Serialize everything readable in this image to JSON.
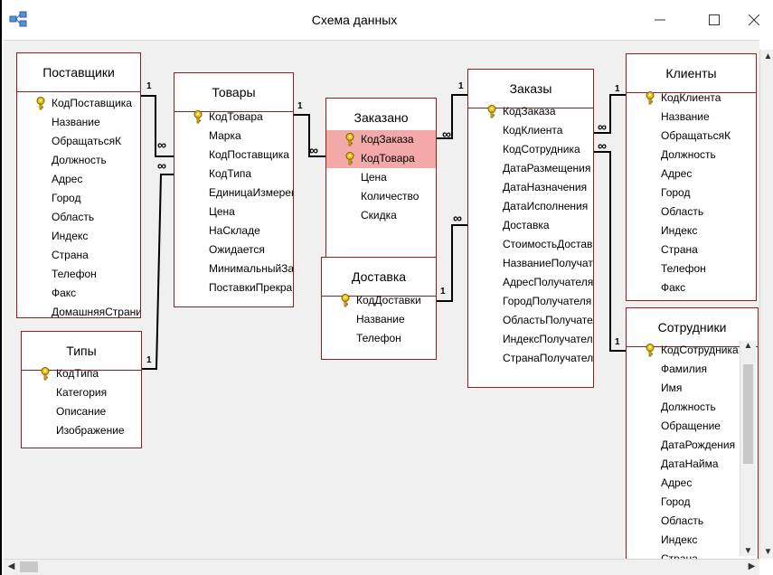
{
  "window": {
    "title": "Схема данных",
    "icons": {
      "app": "relationships-icon",
      "minimize": "minimize-icon",
      "maximize": "maximize-icon",
      "close": "close-icon"
    }
  },
  "colors": {
    "table_border": "#8a2020",
    "selected_field": "#f4a9a9",
    "canvas": "#f0f0f0",
    "key": "#f2c200"
  },
  "tables": {
    "postavshchiki": {
      "title": "Поставщики",
      "fields": [
        "КодПоставщика",
        "Название",
        "ОбращатьсяК",
        "Должность",
        "Адрес",
        "Город",
        "Область",
        "Индекс",
        "Страна",
        "Телефон",
        "Факс",
        "ДомашняяСтраница"
      ]
    },
    "tovary": {
      "title": "Товары",
      "fields": [
        "КодТовара",
        "Марка",
        "КодПоставщика",
        "КодТипа",
        "ЕдиницаИзмерения",
        "Цена",
        "НаСкладе",
        "Ожидается",
        "МинимальныйЗапас",
        "ПоставкиПрекращены"
      ]
    },
    "zakazano": {
      "title": "Заказано",
      "fields": [
        "КодЗаказа",
        "КодТовара",
        "Цена",
        "Количество",
        "Скидка"
      ]
    },
    "dostavka": {
      "title": "Доставка",
      "fields": [
        "КодДоставки",
        "Название",
        "Телефон"
      ]
    },
    "zakazy": {
      "title": "Заказы",
      "fields": [
        "КодЗаказа",
        "КодКлиента",
        "КодСотрудника",
        "ДатаРазмещения",
        "ДатаНазначения",
        "ДатаИсполнения",
        "Доставка",
        "СтоимостьДоставки",
        "НазваниеПолучателя",
        "АдресПолучателя",
        "ГородПолучателя",
        "ОбластьПолучателя",
        "ИндексПолучателя",
        "СтранаПолучателя"
      ]
    },
    "klienty": {
      "title": "Клиенты",
      "fields": [
        "КодКлиента",
        "Название",
        "ОбращатьсяК",
        "Должность",
        "Адрес",
        "Город",
        "Область",
        "Индекс",
        "Страна",
        "Телефон",
        "Факс"
      ]
    },
    "tipy": {
      "title": "Типы",
      "fields": [
        "КодТипа",
        "Категория",
        "Описание",
        "Изображение"
      ]
    },
    "sotrudniki": {
      "title": "Сотрудники",
      "fields": [
        "КодСотрудника",
        "Фамилия",
        "Имя",
        "Должность",
        "Обращение",
        "ДатаРождения",
        "ДатаНайма",
        "Адрес",
        "Город",
        "Область",
        "Индекс",
        "Страна"
      ]
    }
  },
  "relation_labels": {
    "one": "1",
    "many": "∞"
  }
}
